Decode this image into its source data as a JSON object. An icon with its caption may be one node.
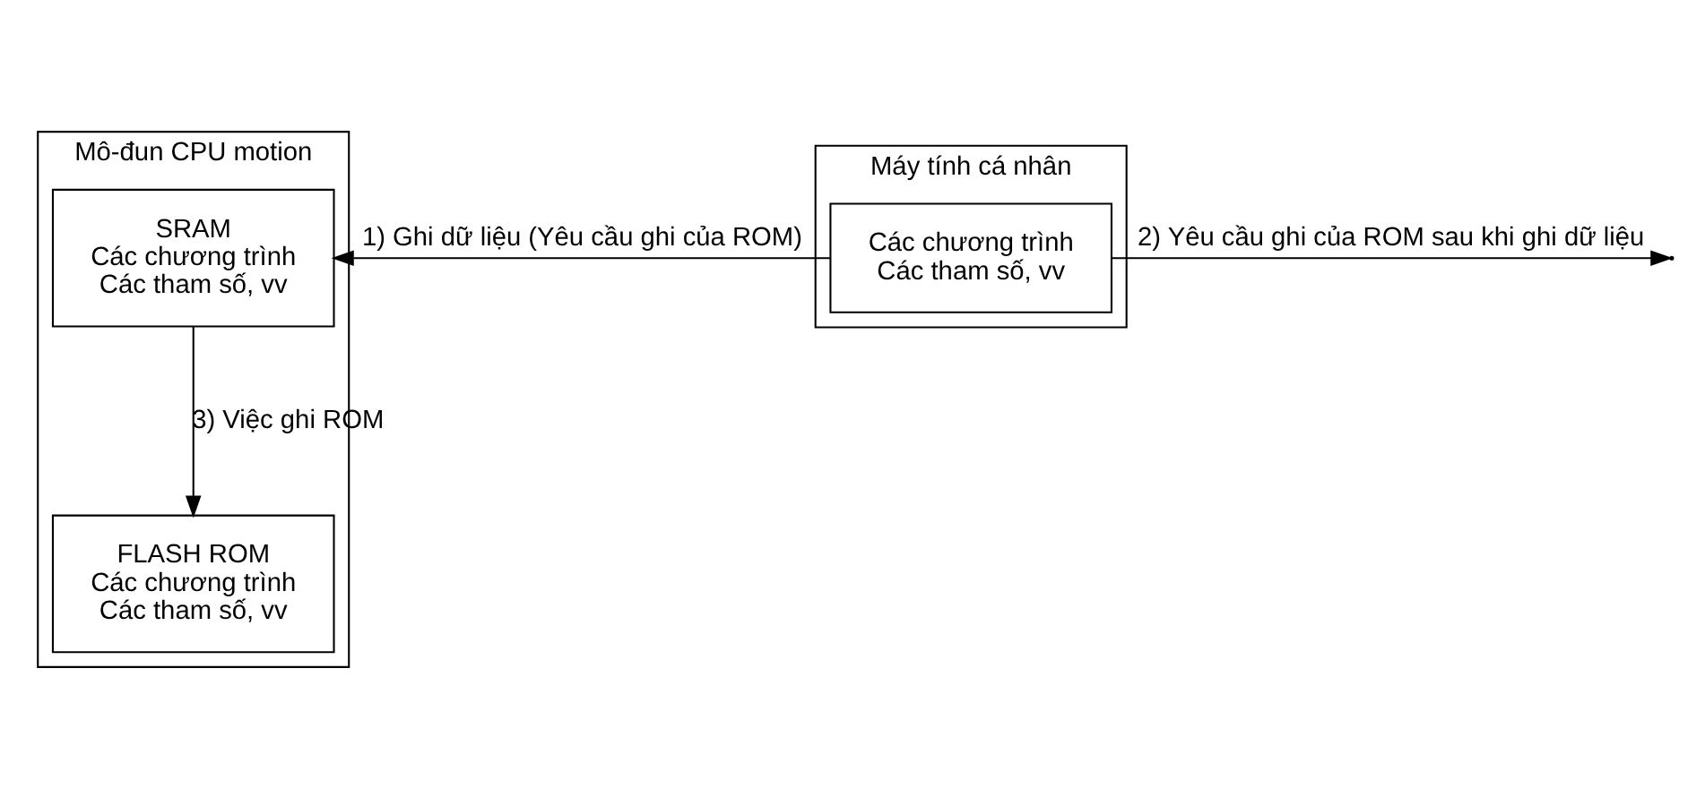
{
  "diagram": {
    "nodes": [
      {
        "text": [
          "Mô-đun CPU motion"
        ]
      },
      {
        "text": [
          "SRAM",
          "Các chương trình",
          "Các tham số, vv"
        ],
        "in": 0
      },
      {
        "text": [
          "FLASH ROM",
          "Các chương trình",
          "Các tham số, vv"
        ],
        "in": 0
      },
      {
        "text": [
          "Máy tính cá nhân"
        ]
      },
      {
        "text": [
          "Các chương trình",
          "Các tham số, vv"
        ],
        "in": 3
      }
    ],
    "edges": [
      {
        "from": 4,
        "to": 1,
        "arrow": "to",
        "label": "1) Ghi dữ liệu (Yêu cầu ghi của ROM)"
      },
      {
        "from": 4,
        "to": null,
        "arrow": "to",
        "label": "2) Yêu cầu ghi của ROM sau khi ghi dữ liệu"
      },
      {
        "from": 1,
        "to": 2,
        "arrow": "to",
        "label": "3) Việc ghi ROM"
      }
    ]
  }
}
